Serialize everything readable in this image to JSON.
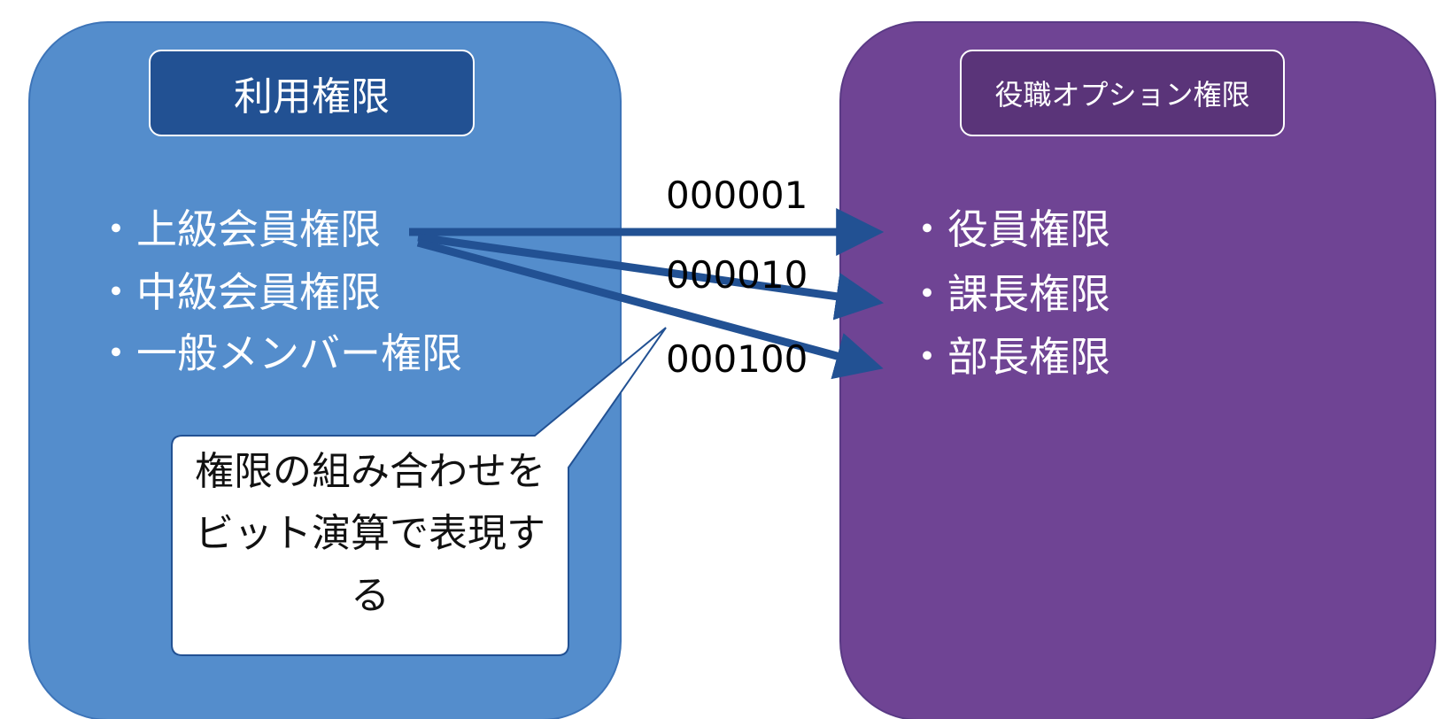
{
  "left_panel": {
    "title": "利用権限",
    "items": [
      "・上級会員権限",
      "・中級会員権限",
      "・一般メンバー権限"
    ]
  },
  "right_panel": {
    "title": "役職オプション権限",
    "items": [
      "・役員権限",
      "・課長権限",
      "・部長権限"
    ]
  },
  "bit_labels": [
    "000001",
    "000010",
    "000100"
  ],
  "callout": {
    "lines": [
      "権限の組み合わせを",
      "ビット演算で表現す",
      "る"
    ]
  },
  "colors": {
    "left_panel": "#548dcc",
    "left_title": "#225193",
    "right_panel": "#6f4494",
    "right_title": "#5a3479",
    "arrow": "#225193"
  }
}
